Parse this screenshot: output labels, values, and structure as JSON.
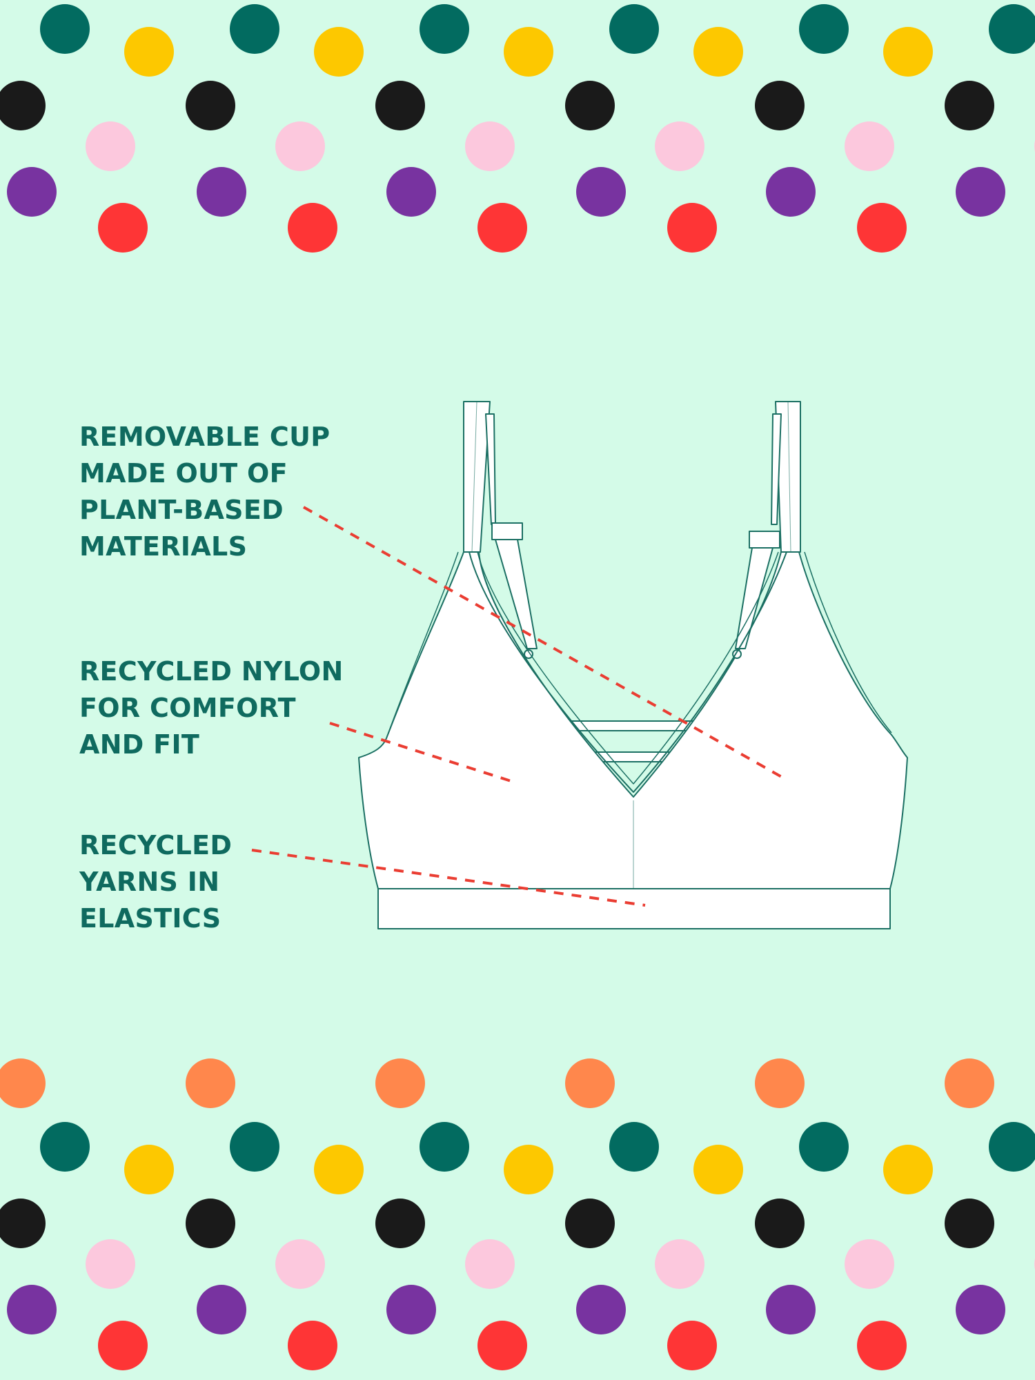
{
  "callouts": [
    {
      "id": "cup",
      "text": "REMOVABLE CUP\nMADE OUT OF\nPLANT-BASED\nMATERIALS"
    },
    {
      "id": "nylon",
      "text": "RECYCLED NYLON\nFOR COMFORT\nAND FIT"
    },
    {
      "id": "yarns",
      "text": "RECYCLED\nYARNS IN\nELASTICS"
    }
  ],
  "colors": {
    "background": "#d4fbe8",
    "text": "#0f6a5f",
    "outline": "#1b6f63",
    "garment": "#ffffff",
    "leader": "#ea3d32",
    "dot_teal": "#026b60",
    "dot_yellow": "#fdc800",
    "dot_black": "#1a1a1a",
    "dot_pink": "#fcc8dd",
    "dot_purple": "#7833a0",
    "dot_red": "#fe3536",
    "dot_orange": "#ff874c"
  },
  "icons": [
    "bra-illustration"
  ]
}
